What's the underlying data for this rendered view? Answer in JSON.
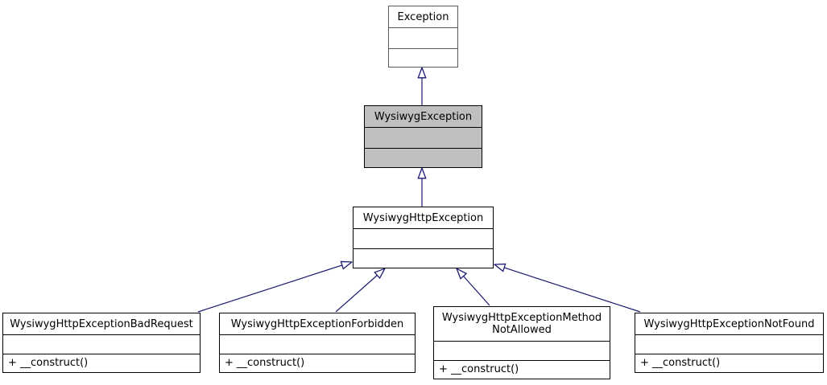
{
  "diagram": {
    "type": "uml-class-inheritance-graph",
    "background": "#ffffff",
    "colors": {
      "edge": "#191970",
      "node_border": "#000000",
      "undocumented_node_border": "#595959",
      "current_node_fill": "#bfbfbf",
      "node_fill": "#ffffff",
      "text": "#000000"
    },
    "classes": {
      "exception": {
        "name": "Exception",
        "attributes": "",
        "methods": ""
      },
      "wysiwyg_exception": {
        "name": "WysiwygException",
        "attributes": "",
        "methods": ""
      },
      "wysiwyg_http_exception": {
        "name": "WysiwygHttpException",
        "attributes": "",
        "methods": ""
      },
      "bad_request": {
        "name": "WysiwygHttpExceptionBadRequest",
        "attributes": "",
        "method": "+ __construct()"
      },
      "forbidden": {
        "name": "WysiwygHttpExceptionForbidden",
        "attributes": "",
        "method": "+ __construct()"
      },
      "method_not_allowed": {
        "name": "WysiwygHttpExceptionMethodNotAllowed",
        "name_lines": [
          "WysiwygHttpExceptionMethod",
          "NotAllowed"
        ],
        "attributes": "",
        "method": "+ __construct()"
      },
      "not_found": {
        "name": "WysiwygHttpExceptionNotFound",
        "attributes": "",
        "method": "+ __construct()"
      }
    },
    "relationships": [
      {
        "child": "WysiwygException",
        "parent": "Exception",
        "type": "inheritance"
      },
      {
        "child": "WysiwygHttpException",
        "parent": "WysiwygException",
        "type": "inheritance"
      },
      {
        "child": "WysiwygHttpExceptionBadRequest",
        "parent": "WysiwygHttpException",
        "type": "inheritance"
      },
      {
        "child": "WysiwygHttpExceptionForbidden",
        "parent": "WysiwygHttpException",
        "type": "inheritance"
      },
      {
        "child": "WysiwygHttpExceptionMethodNotAllowed",
        "parent": "WysiwygHttpException",
        "type": "inheritance"
      },
      {
        "child": "WysiwygHttpExceptionNotFound",
        "parent": "WysiwygHttpException",
        "type": "inheritance"
      }
    ]
  }
}
